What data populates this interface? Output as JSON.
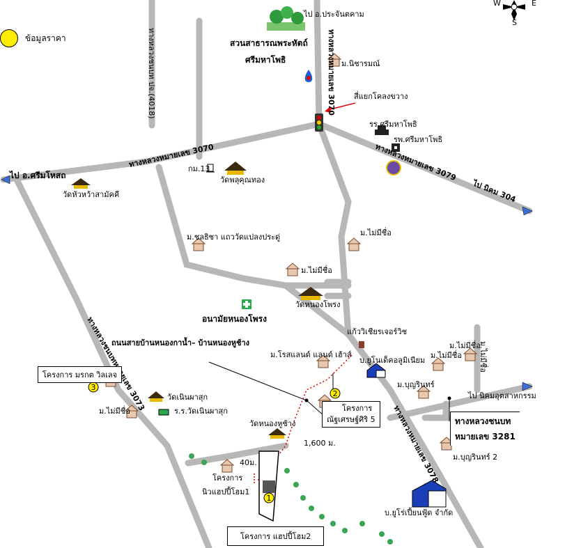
{
  "legend": {
    "label": "ข้อมูลราคา",
    "color": "#ffee00"
  },
  "compass": {
    "w": "W",
    "e": "E",
    "s": "S"
  },
  "roads": {
    "r3070_north": "ทางหลวงหมายเลข 3070",
    "r3070_west": "ทางหลวงหมายเลข 3070",
    "r3079": "ทางหลวงหมายเลข 3079",
    "r4018": "ทางหลวงชนบท ปจ.(4018)",
    "r3073": "ทางหลวงชนบทหมายเลข 3073",
    "r3078": "ทางหลวงหมายเลข 3078",
    "local_road": "ถนนสายบ้านหนองกาน้ำ– บ้านหนองหูช้าง"
  },
  "destinations": {
    "north": "ไป อ.ประจันตคาม",
    "west": "ไป อ.ศรีมโหสถ",
    "east": "ไป นิคม 304",
    "east2": "ไป นิคมอุตสาหกรรม"
  },
  "places": {
    "park1": "สวนสาธารณพระหัตถ์",
    "park2": "ศรีมหาโพธิ",
    "nicharamon": "ม.นิชารมณ์",
    "junction": "สี่แยกโคลงขวาง",
    "school": "รร.ศรีมหาโพธิ",
    "hospital": "รพ.ศรีมหาโพธิ",
    "km13": "กม.13",
    "wat_phukhunthong": "วัดพลุคุณทอง",
    "wat_huawa": "วัดหัวหว้าสามัคคี",
    "cholrada": "ม.ชลธิชา แถววัดแปลงประดู่",
    "no_name1": "ม.ไม่มีชื่อ",
    "no_name2": "ม.ไม่มีชื่อ",
    "wat_nongphrong": "วัดหนองโพรง",
    "health": "อนามัยหนองโพรง",
    "kaewwichien": "แก้ววิเชียรเจอร์วิช",
    "rosland": "ม.โรสแลนด์ แลนด์ เฮ้าส์",
    "unique": "บ.ยูโนเด็คอลูมิเนียม",
    "no_name3": "ม.ไม่มีชื่อ",
    "no_name4": "ม.ไม่มีชื่อ",
    "no_name5": "ม.ไม่มีชื่อ",
    "bunrin": "ม.บุญรินทร์",
    "bunrin2": "ม.บุญรินทร์ 2",
    "wat_noenphasuk": "วัดเนินผาสุก",
    "school_noen": "ร.ร.วัดเนินผาสุก",
    "no_name6": "ม.ไม่มีชื่อ",
    "wat_nonghuchang": "วัดหนองหูช้าง",
    "eurofood": "บ.ยูโร่เปี้ยนฟู้ด จำกัด",
    "proj_nui1": "โครงการ",
    "proj_nui2": "นิวแฮปปี้โฮม1"
  },
  "projects": {
    "p1_label": "โครงการ แฮปปี้โฮม2",
    "p2_line1": "โครงการ",
    "p2_line2": "ณัฐเศรษฐ์ศิริ 5",
    "p3_label": "โครงการ มรกต วิลเลจ",
    "p1_num": "1",
    "p2_num": "2",
    "p3_num": "3"
  },
  "distances": {
    "d1": "1,600 ม.",
    "d2": "40ม."
  },
  "colors": {
    "road": "#b7b7b7",
    "marker": "#ffee00",
    "route": "#e00000"
  }
}
